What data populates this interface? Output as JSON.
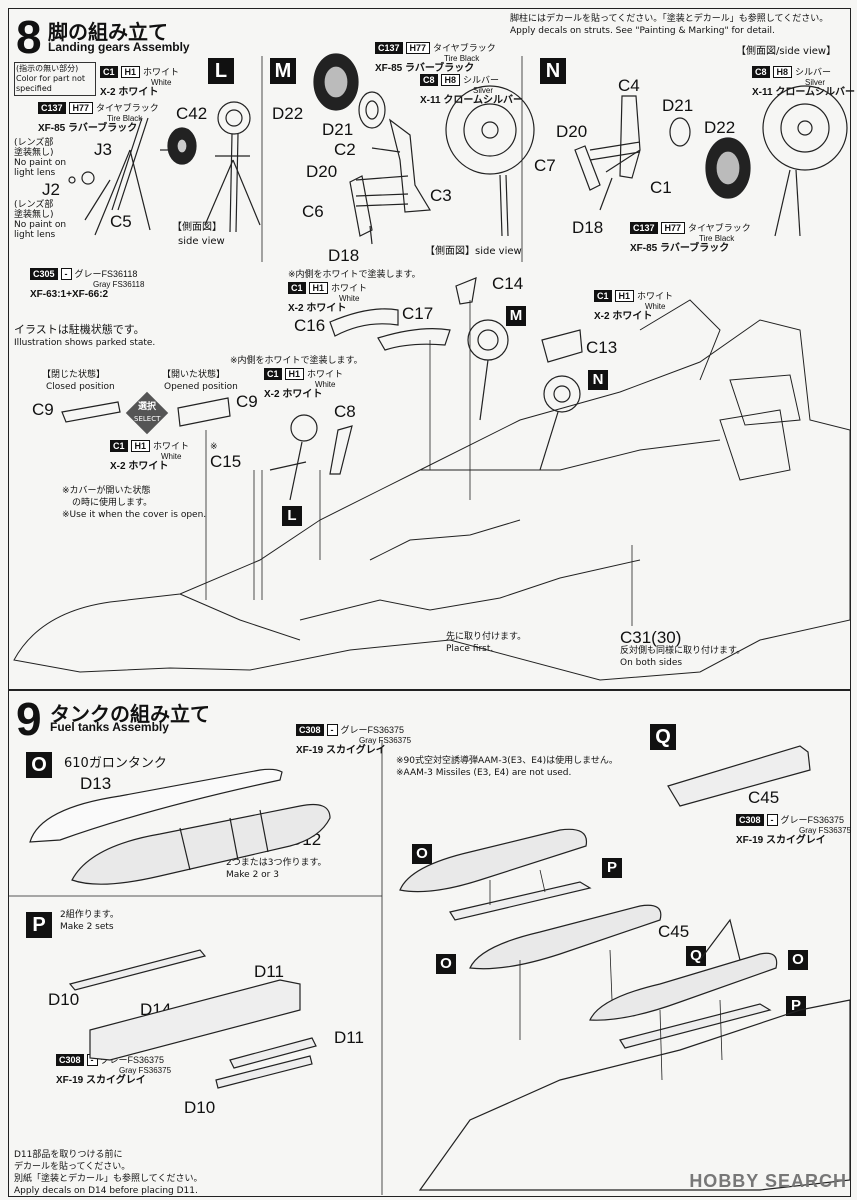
{
  "step8": {
    "number": "8",
    "title": "脚の組み立て",
    "subtitle": "Landing gears Assembly",
    "note_top_jp": "脚柱にはデカールを貼ってください。「塗装とデカール」も参照してください。",
    "note_top_en": "Apply decals on struts. See \"Painting & Marking\" for detail.",
    "legend_jp": "(指示の無い部分)",
    "legend_en1": "Color for part not",
    "legend_en2": "specified",
    "c1_code": "C1",
    "h1_code": "H1",
    "white_jp": "ホワイト",
    "white_en": "White",
    "x2_white": "X-2 ホワイト",
    "tire_code": "C137",
    "tire_h": "H77",
    "tire_jp": "タイヤブラック",
    "tire_en": "Tire Black",
    "tire_xf": "XF-85 ラバーブラック",
    "silver_code": "C8",
    "silver_h": "H8",
    "silver_jp": "シルバー",
    "silver_en": "Silver",
    "silver_x": "X-11 クロームシルバー",
    "gray_code": "C305",
    "gray_dash": "-",
    "gray_jp": "グレーFS36118",
    "gray_en": "Gray FS36118",
    "gray_xf": "XF-63:1+XF-66:2",
    "lens_jp1": "(レンズ部",
    "lens_jp2": "塗装無し)",
    "lens_en1": "No paint on",
    "lens_en2": "light lens",
    "side_view_jp": "【側面図】",
    "side_view_en": "side view",
    "side_view_full": "【側面図/side view】",
    "side_view_d18": "【側面図】side view",
    "letters": {
      "L": "L",
      "M": "M",
      "N": "N"
    },
    "parts": {
      "C42": "C42",
      "J3": "J3",
      "J2": "J2",
      "C5": "C5",
      "D22": "D22",
      "D21": "D21",
      "C2": "C2",
      "D20": "D20",
      "C3": "C3",
      "C6": "C6",
      "D18": "D18",
      "C4": "C4",
      "C7": "C7",
      "C1p": "C1",
      "C14": "C14",
      "C16": "C16",
      "C17": "C17",
      "C13": "C13",
      "C9a": "C9",
      "C9b": "C9",
      "C15": "C15",
      "C8": "C8",
      "C31": "C31(30)"
    },
    "inside_white1": "※内側をホワイトで塗装します。",
    "inside_white2": "※内側をホワイトで塗装します。",
    "parked_jp": "イラストは駐機状態です。",
    "parked_en": "Illustration shows parked state.",
    "closed_jp": "【閉じた状態】",
    "closed_en": "Closed position",
    "opened_jp": "【開いた状態】",
    "opened_en": "Opened position",
    "select_jp": "選択",
    "select_en": "SELECT",
    "cover_jp1": "※カバーが開いた状態",
    "cover_jp2": "の時に使用します。",
    "cover_en": "※Use it when the cover is open.",
    "first_jp": "先に取り付けます。",
    "first_en": "Place first.",
    "both_jp": "反対側も同様に取り付けます。",
    "both_en": "On both sides",
    "asterisk": "※"
  },
  "step9": {
    "number": "9",
    "title": "タンクの組み立て",
    "subtitle": "Fuel tanks Assembly",
    "skygray_code": "C308",
    "skygray_dash": "-",
    "skygray_jp": "グレーFS36375",
    "skygray_en": "Gray FS36375",
    "skygray_xf": "XF-19 スカイグレイ",
    "tank_jp": "610ガロンタンク",
    "make23_jp": "2つまたは3つ作ります。",
    "make23_en": "Make 2 or 3",
    "make2_jp": "2組作ります。",
    "make2_en": "Make 2 sets",
    "aam_jp": "※90式空対空誘導弾AAM-3(E3、E4)は使用しません。",
    "aam_en": "※AAM-3 Missiles (E3, E4) are not used.",
    "d11_jp1": "D11部品を取りつける前に",
    "d11_jp2": "デカールを貼ってください。",
    "d11_jp3": "別紙「塗装とデカール」も参照してください。",
    "d11_en": "Apply decals on D14 before placing D11.",
    "letters": {
      "O": "O",
      "P": "P",
      "Q": "Q"
    },
    "parts": {
      "D13": "D13",
      "D12": "D12",
      "C45a": "C45",
      "C45b": "C45",
      "D10a": "D10",
      "D10b": "D10",
      "D14": "D14",
      "D11a": "D11",
      "D11b": "D11"
    }
  },
  "watermark": "HOBBY SEARCH"
}
